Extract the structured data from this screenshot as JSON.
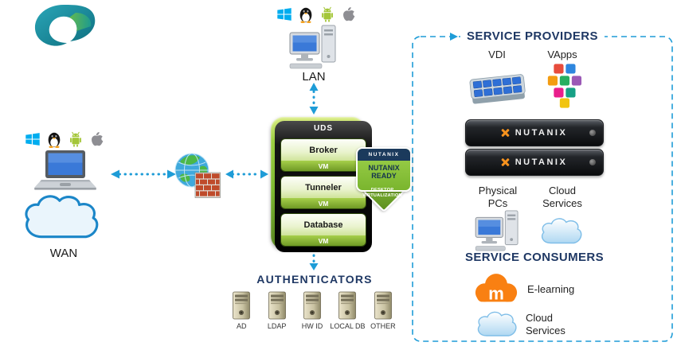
{
  "colors": {
    "arrow_blue": "#1E9CD7",
    "heading_navy": "#1F3864",
    "uds_green": "#8CC63E",
    "nutanix_orange": "#F6921E",
    "moodle_orange": "#F98012"
  },
  "left": {
    "wan_label": "WAN"
  },
  "lan": {
    "label": "LAN"
  },
  "uds": {
    "title": "UDS",
    "modules": [
      {
        "name": "Broker",
        "type": "VM"
      },
      {
        "name": "Tunneler",
        "type": "VM"
      },
      {
        "name": "Database",
        "type": "VM"
      }
    ]
  },
  "badge": {
    "brand": "NUTANIX",
    "ready": "NUTANIX READY",
    "sub": "DESKTOP VIRTUALIZATION"
  },
  "authenticators": {
    "title": "AUTHENTICATORS",
    "items": [
      "AD",
      "LDAP",
      "HW ID",
      "LOCAL DB",
      "OTHER"
    ]
  },
  "providers": {
    "title": "SERVICE PROVIDERS",
    "vdi_label": "VDI",
    "vapps_label": "VApps",
    "server_brand": "NUTANIX",
    "physical_pcs_label": "Physical PCs",
    "cloud_services_label": "Cloud Services"
  },
  "consumers": {
    "title": "SERVICE CONSUMERS",
    "elearning_label": "E-learning",
    "elearning_letter": "m",
    "cloud_services_label": "Cloud Services"
  }
}
